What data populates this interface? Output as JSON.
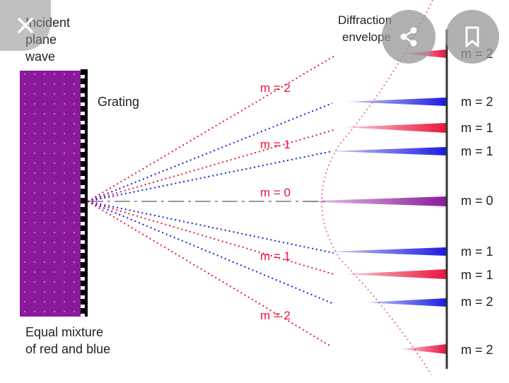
{
  "labels": {
    "incident_line1": "Incident",
    "incident_line2": "plane",
    "incident_line3": "wave",
    "grating": "Grating",
    "mixture_line1": "Equal mixture",
    "mixture_line2": "of red and blue",
    "envelope_line1": "Diffraction",
    "envelope_line2": "envelope"
  },
  "ray_labels": {
    "m2_top": "m = 2",
    "m1_top": "m = 1",
    "m0": "m = 0",
    "m1_bottom": "m = 1",
    "m2_bottom": "m = 2"
  },
  "screen_labels": [
    "m = 2",
    "m = 2",
    "m = 1",
    "m = 1",
    "m = 0",
    "m = 1",
    "m = 1",
    "m = 2",
    "m = 2"
  ],
  "colors": {
    "red": "#e8143c",
    "blue": "#1a1ae0",
    "purple": "#8b1a9a",
    "envelope": "#f07a8a",
    "screen": "#333333"
  },
  "overlay": {
    "close_icon": "close-icon",
    "share_icon": "share-icon",
    "bookmark_icon": "bookmark-icon"
  }
}
